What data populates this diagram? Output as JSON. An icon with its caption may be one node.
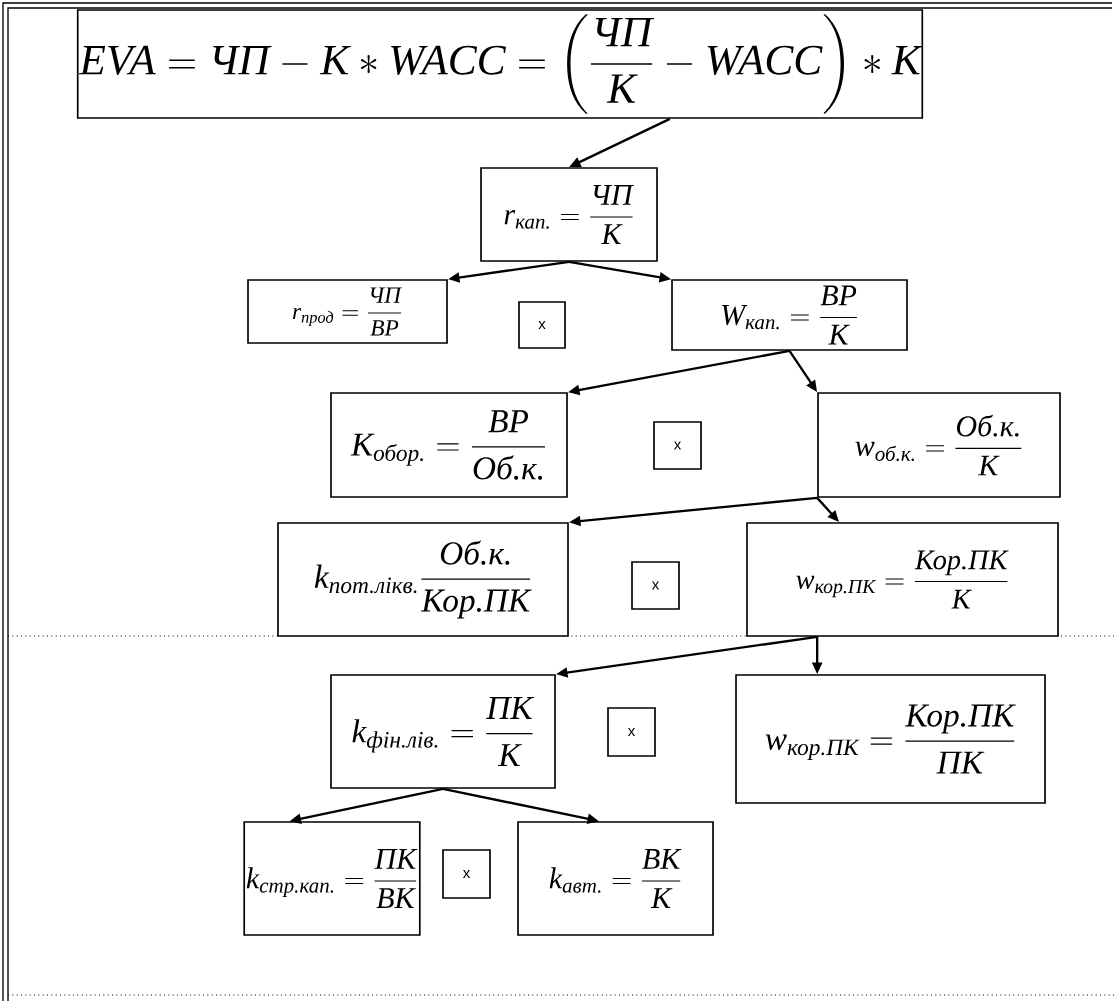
{
  "diagram": {
    "nodes": [
      {
        "text": [
          "\\textit{EVA}=\\textit{ЧП}-\\textit{К}*\\textit{WACC}=\\left(\\frac{\\textit{ЧП}}{\\textit{К}}-\\textit{WACC}\\right)*\\textit{К}"
        ]
      },
      {
        "text": [
          "\\textit{r}_{\\textit{кап.}}=\\frac{\\textit{ЧП}}{\\textit{К}}"
        ]
      },
      {
        "text": [
          "\\textit{r}_{\\textit{прод}}=\\frac{\\textit{ЧП}}{\\textit{ВР}}"
        ]
      },
      {
        "text": [
          "x"
        ]
      },
      {
        "text": [
          "\\textit{W}_{\\textit{кап.}}=\\frac{\\textit{ВР}}{\\textit{К}}"
        ]
      },
      {
        "text": [
          "\\textit{К}_{\\textit{обор.}}=\\frac{\\textit{ВР}}{\\textit{Об.к.}}"
        ]
      },
      {
        "text": [
          "x"
        ]
      },
      {
        "text": [
          "\\textit{w}_{\\textit{об.к.}}=\\frac{\\textit{Об.к.}}{\\textit{К}}"
        ]
      },
      {
        "text": [
          "\\textit{k}_{\\textit{пот.лікв.}}\\frac{\\textit{Об.к.}}{\\textit{Кор.ПК}}"
        ]
      },
      {
        "text": [
          "x"
        ]
      },
      {
        "text": [
          "\\textit{w}_{\\textit{кор.ПК}}=\\frac{\\textit{Кор.ПК}}{\\textit{К}}"
        ]
      },
      {
        "text": [
          "\\textit{k}_{\\textit{фін.лів.}}=\\frac{\\textit{ПК}}{\\textit{К}}"
        ]
      },
      {
        "text": [
          "x"
        ]
      },
      {
        "text": [
          "\\textit{w}_{\\textit{кор.ПК}}=\\frac{\\textit{Кор.ПК}}{\\textit{ПК}}"
        ]
      },
      {
        "text": [
          "\\textit{k}_{\\textit{стр.кап.}}=\\frac{\\textit{ПК}}{\\textit{ВК}}"
        ]
      },
      {
        "text": [
          "x"
        ]
      },
      {
        "text": [
          "\\textit{k}_{\\textit{авт.}}=\\frac{\\textit{ВК}}{\\textit{К}}"
        ]
      }
    ],
    "edges": [
      {
        "from": 0,
        "to": 1,
        "arrow": "to"
      },
      {
        "from": 1,
        "to": 2,
        "arrow": "to"
      },
      {
        "from": 1,
        "to": 4,
        "arrow": "to"
      },
      {
        "from": 4,
        "to": 5,
        "arrow": "to"
      },
      {
        "from": 4,
        "to": 7,
        "arrow": "to"
      },
      {
        "from": 7,
        "to": 8,
        "arrow": "to"
      },
      {
        "from": 7,
        "to": 10,
        "arrow": "to"
      },
      {
        "from": 10,
        "to": 11,
        "arrow": "to"
      },
      {
        "from": 10,
        "to": 13,
        "arrow": "to"
      },
      {
        "from": 11,
        "to": 14,
        "arrow": "to"
      },
      {
        "from": 11,
        "to": 16,
        "arrow": "to"
      }
    ]
  }
}
